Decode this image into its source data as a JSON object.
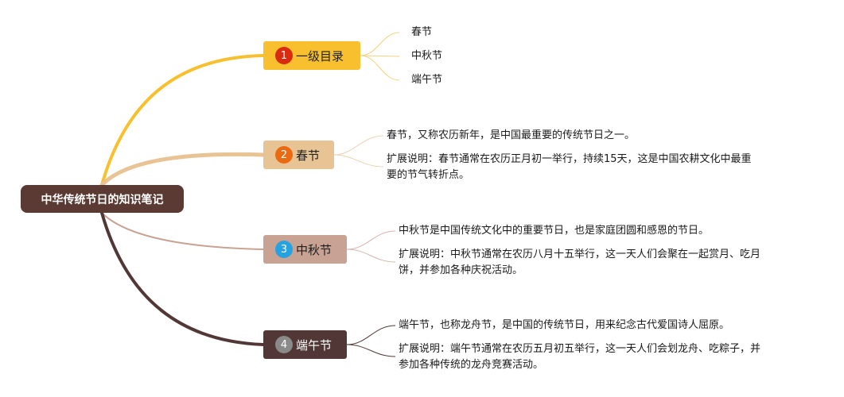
{
  "root": {
    "label": "中华传统节日的知识笔记"
  },
  "branches": [
    {
      "number": "1",
      "label": "一级目录",
      "color": "#f8c02e",
      "badge_color": "#d92b10",
      "children": [
        "春节",
        "中秋节",
        "端午节"
      ]
    },
    {
      "number": "2",
      "label": "春节",
      "color": "#e8c394",
      "badge_color": "#ea6a12",
      "children": [
        "春节，又称农历新年，是中国最重要的传统节日之一。",
        "扩展说明：春节通常在农历正月初一举行，持续15天，这是中国农耕文化中最重",
        "要的节气转折点。"
      ]
    },
    {
      "number": "3",
      "label": "中秋节",
      "color": "#c8a293",
      "badge_color": "#25a2df",
      "children": [
        "中秋节是中国传统文化中的重要节日，也是家庭团圆和感恩的节日。",
        "扩展说明：中秋节通常在农历八月十五举行，这一天人们会聚在一起赏月、吃月",
        "饼，并参加各种庆祝活动。"
      ]
    },
    {
      "number": "4",
      "label": "端午节",
      "color": "#513836",
      "badge_color": "#8a8a8a",
      "children": [
        "端午节，也称龙舟节，是中国的传统节日，用来纪念古代爱国诗人屈原。",
        "扩展说明：端午节通常在农历五月初五举行，这一天人们会划龙舟、吃粽子，并",
        "参加各种传统的龙舟竞赛活动。"
      ]
    }
  ]
}
